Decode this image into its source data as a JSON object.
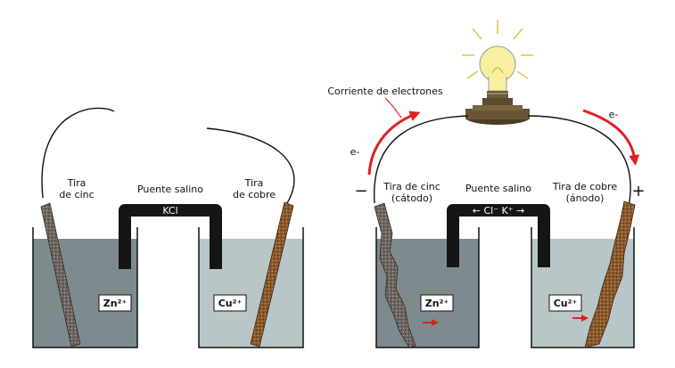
{
  "left_cell": {
    "zinc_label_line1": "Tira",
    "zinc_label_line2": "de cinc",
    "bridge_label": "Puente salino",
    "bridge_salt": "KCl",
    "copper_label_line1": "Tira",
    "copper_label_line2": "de cobre",
    "zinc_ion": "Zn²⁺",
    "copper_ion": "Cu²⁺"
  },
  "right_cell": {
    "current_label": "Corriente de electrones",
    "electron_left": "e-",
    "electron_right": "e-",
    "minus_sign": "−",
    "plus_sign": "+",
    "zinc_label_line1": "Tira de cinc",
    "zinc_label_line2": "(cátodo)",
    "bridge_label": "Puente salino",
    "bridge_ions": "← Cl⁻   K⁺ →",
    "copper_label_line1": "Tira de cobre",
    "copper_label_line2": "(ánodo)",
    "zinc_ion": "Zn²⁺",
    "copper_ion": "Cu²⁺"
  },
  "colors": {
    "zinc_solution": "#7e8b8e",
    "copper_solution": "#b9c6c8",
    "bridge": "#151515",
    "zinc_strip": "#6e6660",
    "copper_strip": "#8a5a2e",
    "arrow_red": "#e02020",
    "bulb_glow": "#f6f0a0"
  }
}
